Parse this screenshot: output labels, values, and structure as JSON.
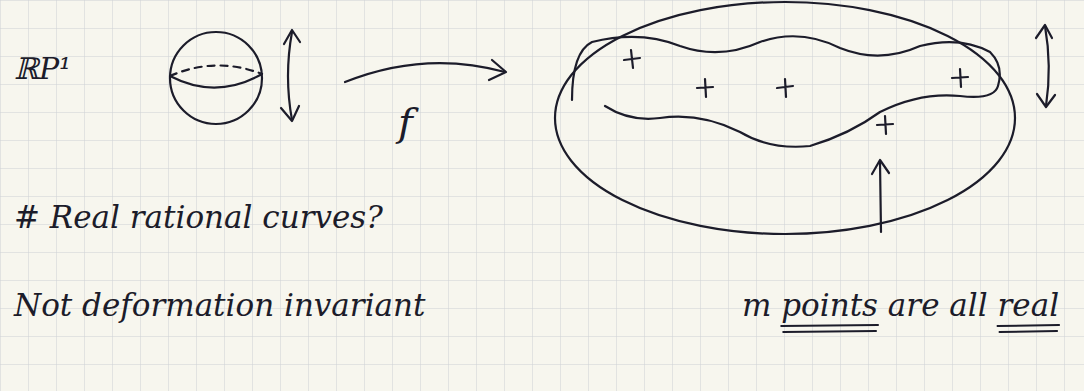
{
  "diagram": {
    "labels": [
      "ℝP¹",
      "f",
      "# Real rational curves?",
      "Not deformation invariant",
      "m points are all real"
    ]
  }
}
